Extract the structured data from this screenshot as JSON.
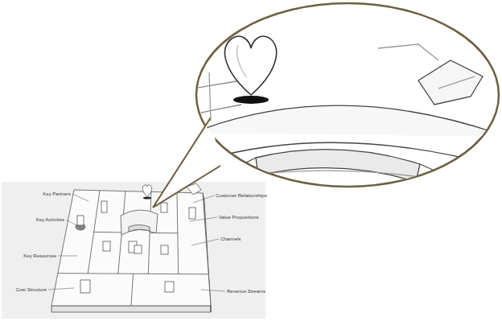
{
  "diagram": {
    "labels": [
      "Key Partners",
      "Key Activities",
      "Key Resources",
      "Cost Structure",
      "Customer Relationships",
      "Value Propositions",
      "Channels",
      "Revenue Streams"
    ]
  }
}
